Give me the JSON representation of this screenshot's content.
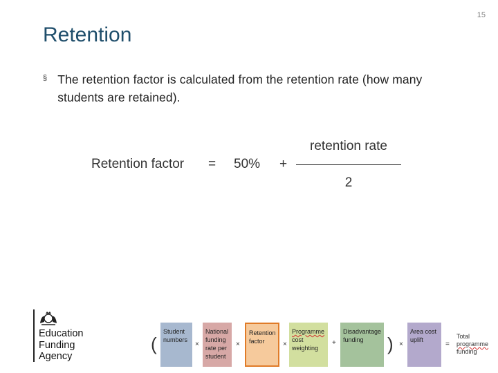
{
  "slide_number": "15",
  "title": "Retention",
  "bullet": {
    "marker": "§",
    "text": "The retention factor is calculated from the retention rate (how many students are retained)."
  },
  "formula": {
    "label": "Retention factor",
    "equals": "=",
    "constant": "50%",
    "plus": "+",
    "numerator": "retention rate",
    "denominator": "2"
  },
  "logo": {
    "lines": [
      "Education",
      "Funding",
      "Agency"
    ]
  },
  "funding_formula": {
    "open_paren": "(",
    "close_paren": ")",
    "boxes": [
      {
        "label": "Student numbers",
        "color": "#a7b8cf"
      },
      {
        "label": "National funding rate per student",
        "color": "#d7a8a6"
      },
      {
        "label": "Retention factor",
        "color": "#f6ca9c"
      },
      {
        "label": "Programme cost weighting",
        "color": "#d2df9f"
      },
      {
        "label": "Disadvantage funding",
        "color": "#a4c29c"
      },
      {
        "label": "Area cost uplift",
        "color": "#b3a9cc"
      }
    ],
    "operators": [
      "×",
      "×",
      "×",
      "+",
      "×",
      "="
    ],
    "total": "Total programme funding"
  }
}
